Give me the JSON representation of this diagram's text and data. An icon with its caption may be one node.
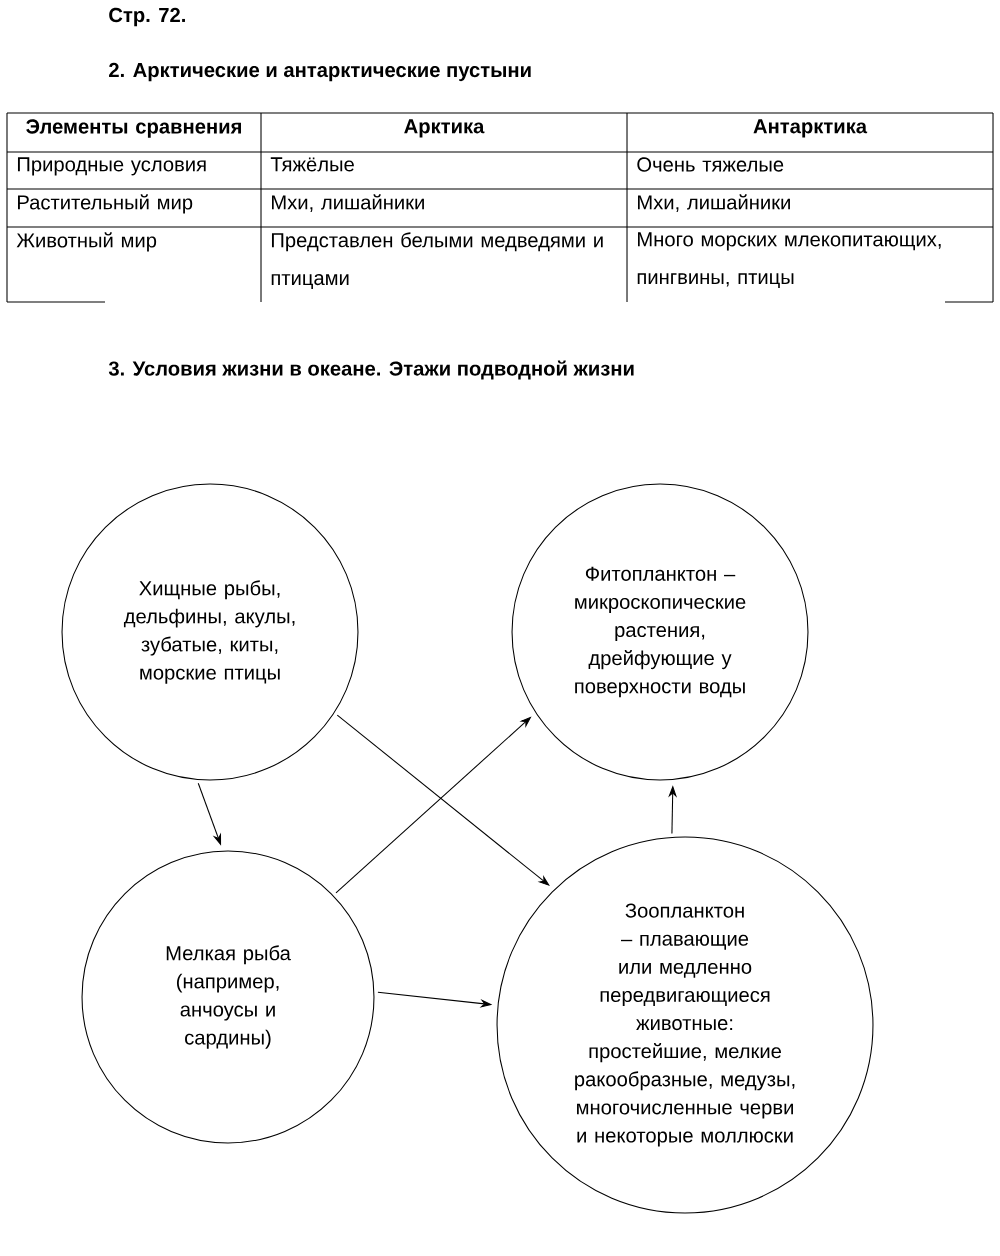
{
  "diagram": {
    "title": "Стр. 72.",
    "nodes": [
      {
        "text": [
          "Хищные рыбы, дельфины, акулы, зубатые, киты, морские птицы"
        ]
      },
      {
        "text": [
          "Фитопланктон – микроскопические растения, дрейфующие у поверхности воды"
        ]
      },
      {
        "text": [
          "Мелкая рыба (например, анчоусы и сардины)"
        ]
      },
      {
        "text": [
          "Зоопланктон – плавающие или медленно передвигающиеся животные: простейшие, мелкие ракообразные, медузы, многочисленные черви и некоторые моллюски"
        ]
      }
    ],
    "edges": [
      {
        "from": 0,
        "to": 2,
        "arrow": "to"
      },
      {
        "from": 0,
        "to": 3,
        "arrow": "to"
      },
      {
        "from": 2,
        "to": 1,
        "arrow": "to"
      },
      {
        "from": 2,
        "to": 3,
        "arrow": "to"
      },
      {
        "from": 3,
        "to": 1,
        "arrow": "to"
      }
    ],
    "labels": [
      "2. Арктические и антарктические пустыни",
      "Элементы сравнения",
      "Арктика",
      "Антарктика",
      "Природные условия",
      "Тяжёлые",
      "Очень тяжелые",
      "Растительный мир",
      "Мхи, лишайники",
      "Мхи, лишайники",
      "Животный мир",
      "Представлен белыми медведями и птицами",
      "Много морских млекопитающих, пингвины, птицы",
      "3. Условия жизни в океане. Этажи подводной жизни"
    ]
  }
}
